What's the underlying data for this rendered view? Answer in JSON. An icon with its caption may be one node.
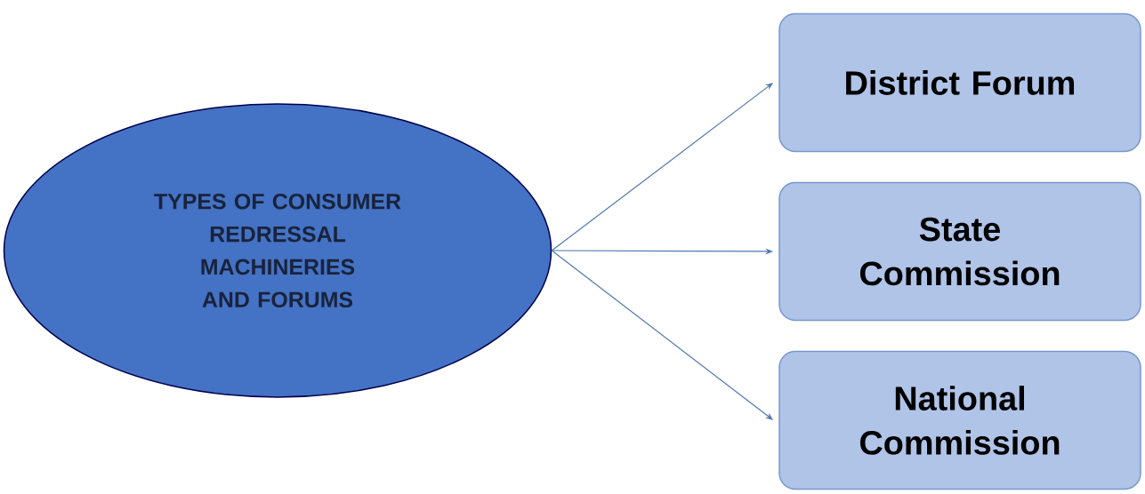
{
  "diagram": {
    "nodes": [
      {
        "text": [
          "TYPES OF CONSUMER REDRESSAL MACHINERIES AND FORUMS"
        ]
      },
      {
        "text": [
          "District Forum"
        ]
      },
      {
        "text": [
          "State Commission"
        ]
      },
      {
        "text": [
          "National Commission"
        ]
      }
    ],
    "edges": [
      {
        "from": 0,
        "to": 1,
        "arrow": "to"
      },
      {
        "from": 0,
        "to": 2,
        "arrow": "to"
      },
      {
        "from": 0,
        "to": 3,
        "arrow": "to"
      }
    ]
  }
}
